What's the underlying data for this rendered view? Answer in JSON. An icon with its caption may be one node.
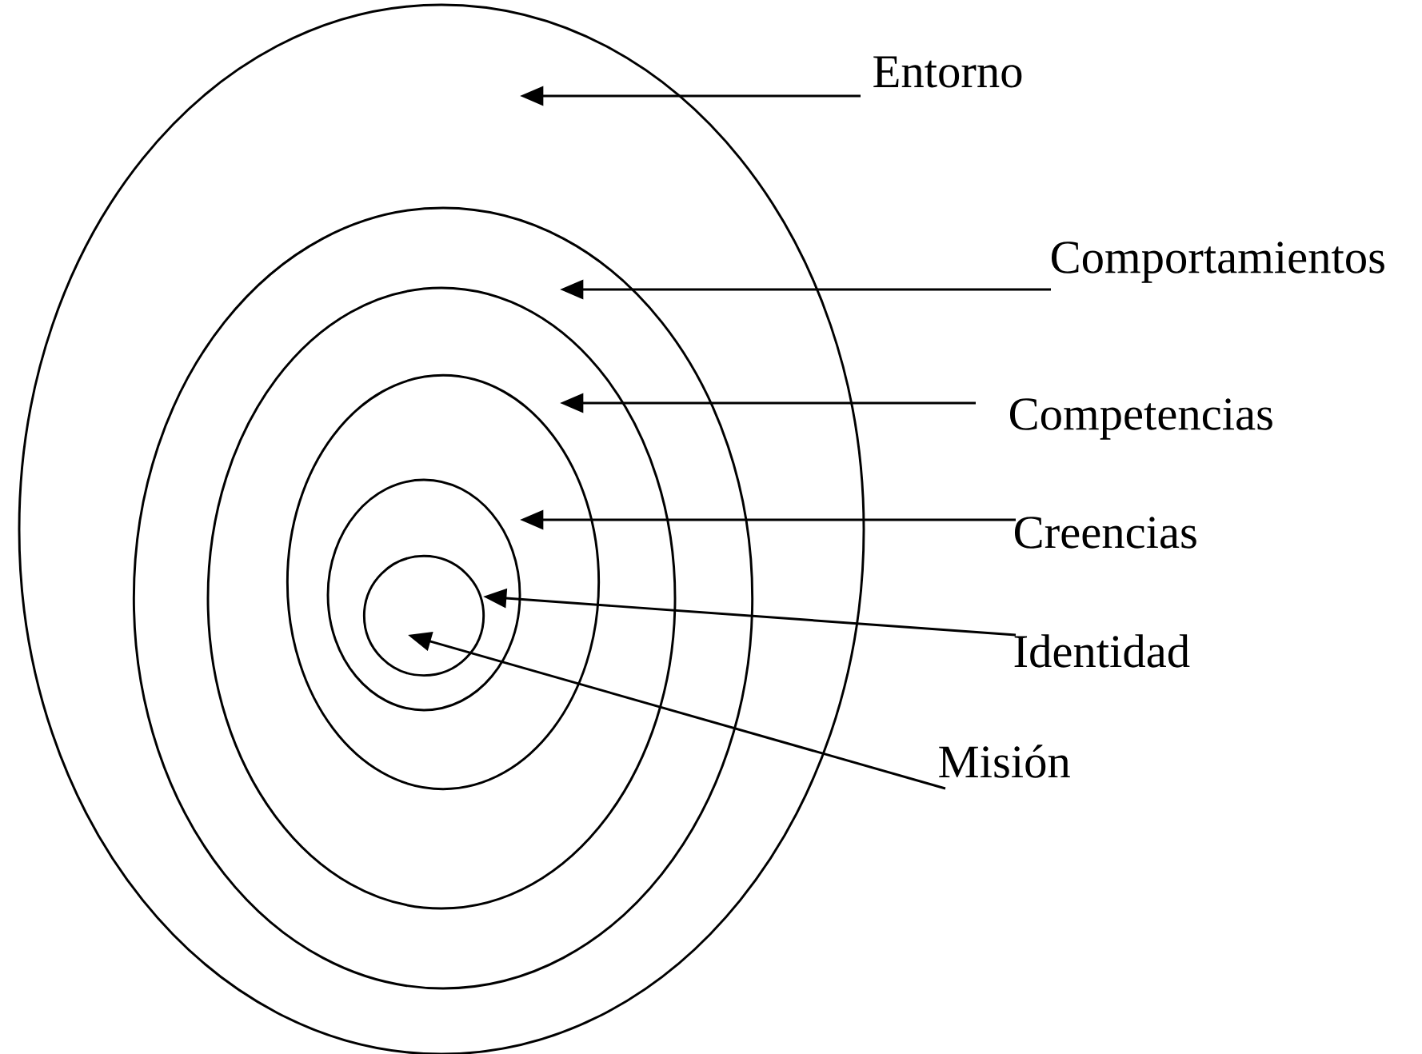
{
  "diagram": {
    "nodes": [
      {
        "text": [],
        "shape": "circle"
      },
      {
        "text": [],
        "shape": "circle",
        "in": 0
      },
      {
        "text": [],
        "shape": "circle",
        "in": 1
      },
      {
        "text": [],
        "shape": "circle",
        "in": 2
      },
      {
        "text": [],
        "shape": "circle",
        "in": 3
      },
      {
        "text": [],
        "shape": "circle",
        "in": 4
      },
      {
        "text": [
          "Entorno"
        ]
      },
      {
        "text": [
          "Comportamientos"
        ]
      },
      {
        "text": [
          "Competencias"
        ]
      },
      {
        "text": [
          "Creencias"
        ]
      },
      {
        "text": [
          "Identidad"
        ]
      },
      {
        "text": [
          "Misión"
        ]
      }
    ],
    "edges": [
      {
        "from": 6,
        "to": 0,
        "arrow": "to"
      },
      {
        "from": 7,
        "to": 1,
        "arrow": "to"
      },
      {
        "from": 8,
        "to": 2,
        "arrow": "to"
      },
      {
        "from": 9,
        "to": 3,
        "arrow": "to"
      },
      {
        "from": 10,
        "to": 4,
        "arrow": "to"
      },
      {
        "from": 11,
        "to": 5,
        "arrow": "to"
      }
    ]
  }
}
